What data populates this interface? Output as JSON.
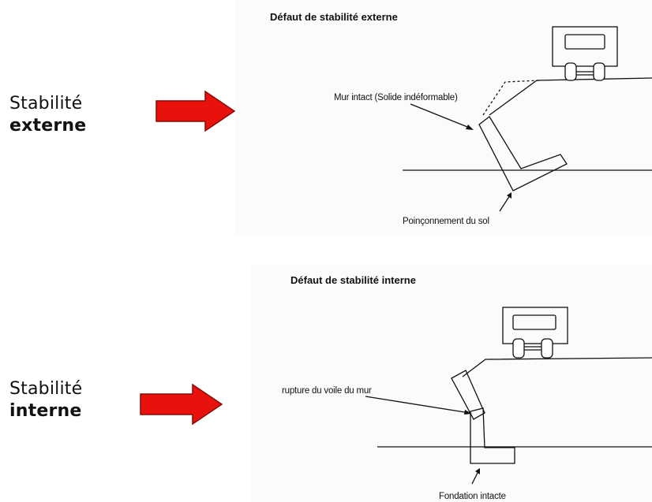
{
  "left_labels": {
    "external": {
      "line1": "Stabilité",
      "line2": "externe"
    },
    "internal": {
      "line1": "Stabilité",
      "line2": "interne"
    }
  },
  "figures": {
    "external": {
      "title": "Défaut de stabilité externe",
      "wall_note": "Mur intact (Solide indéformable)",
      "soil_note": "Poinçonnement du sol"
    },
    "internal": {
      "title": "Défaut de stabilité interne",
      "wall_note": "rupture du voile du mur",
      "foundation_note": "Fondation intacte"
    }
  },
  "colors": {
    "arrow_fill": "#e8110c",
    "arrow_stroke": "#8a0a06",
    "line": "#111111"
  }
}
